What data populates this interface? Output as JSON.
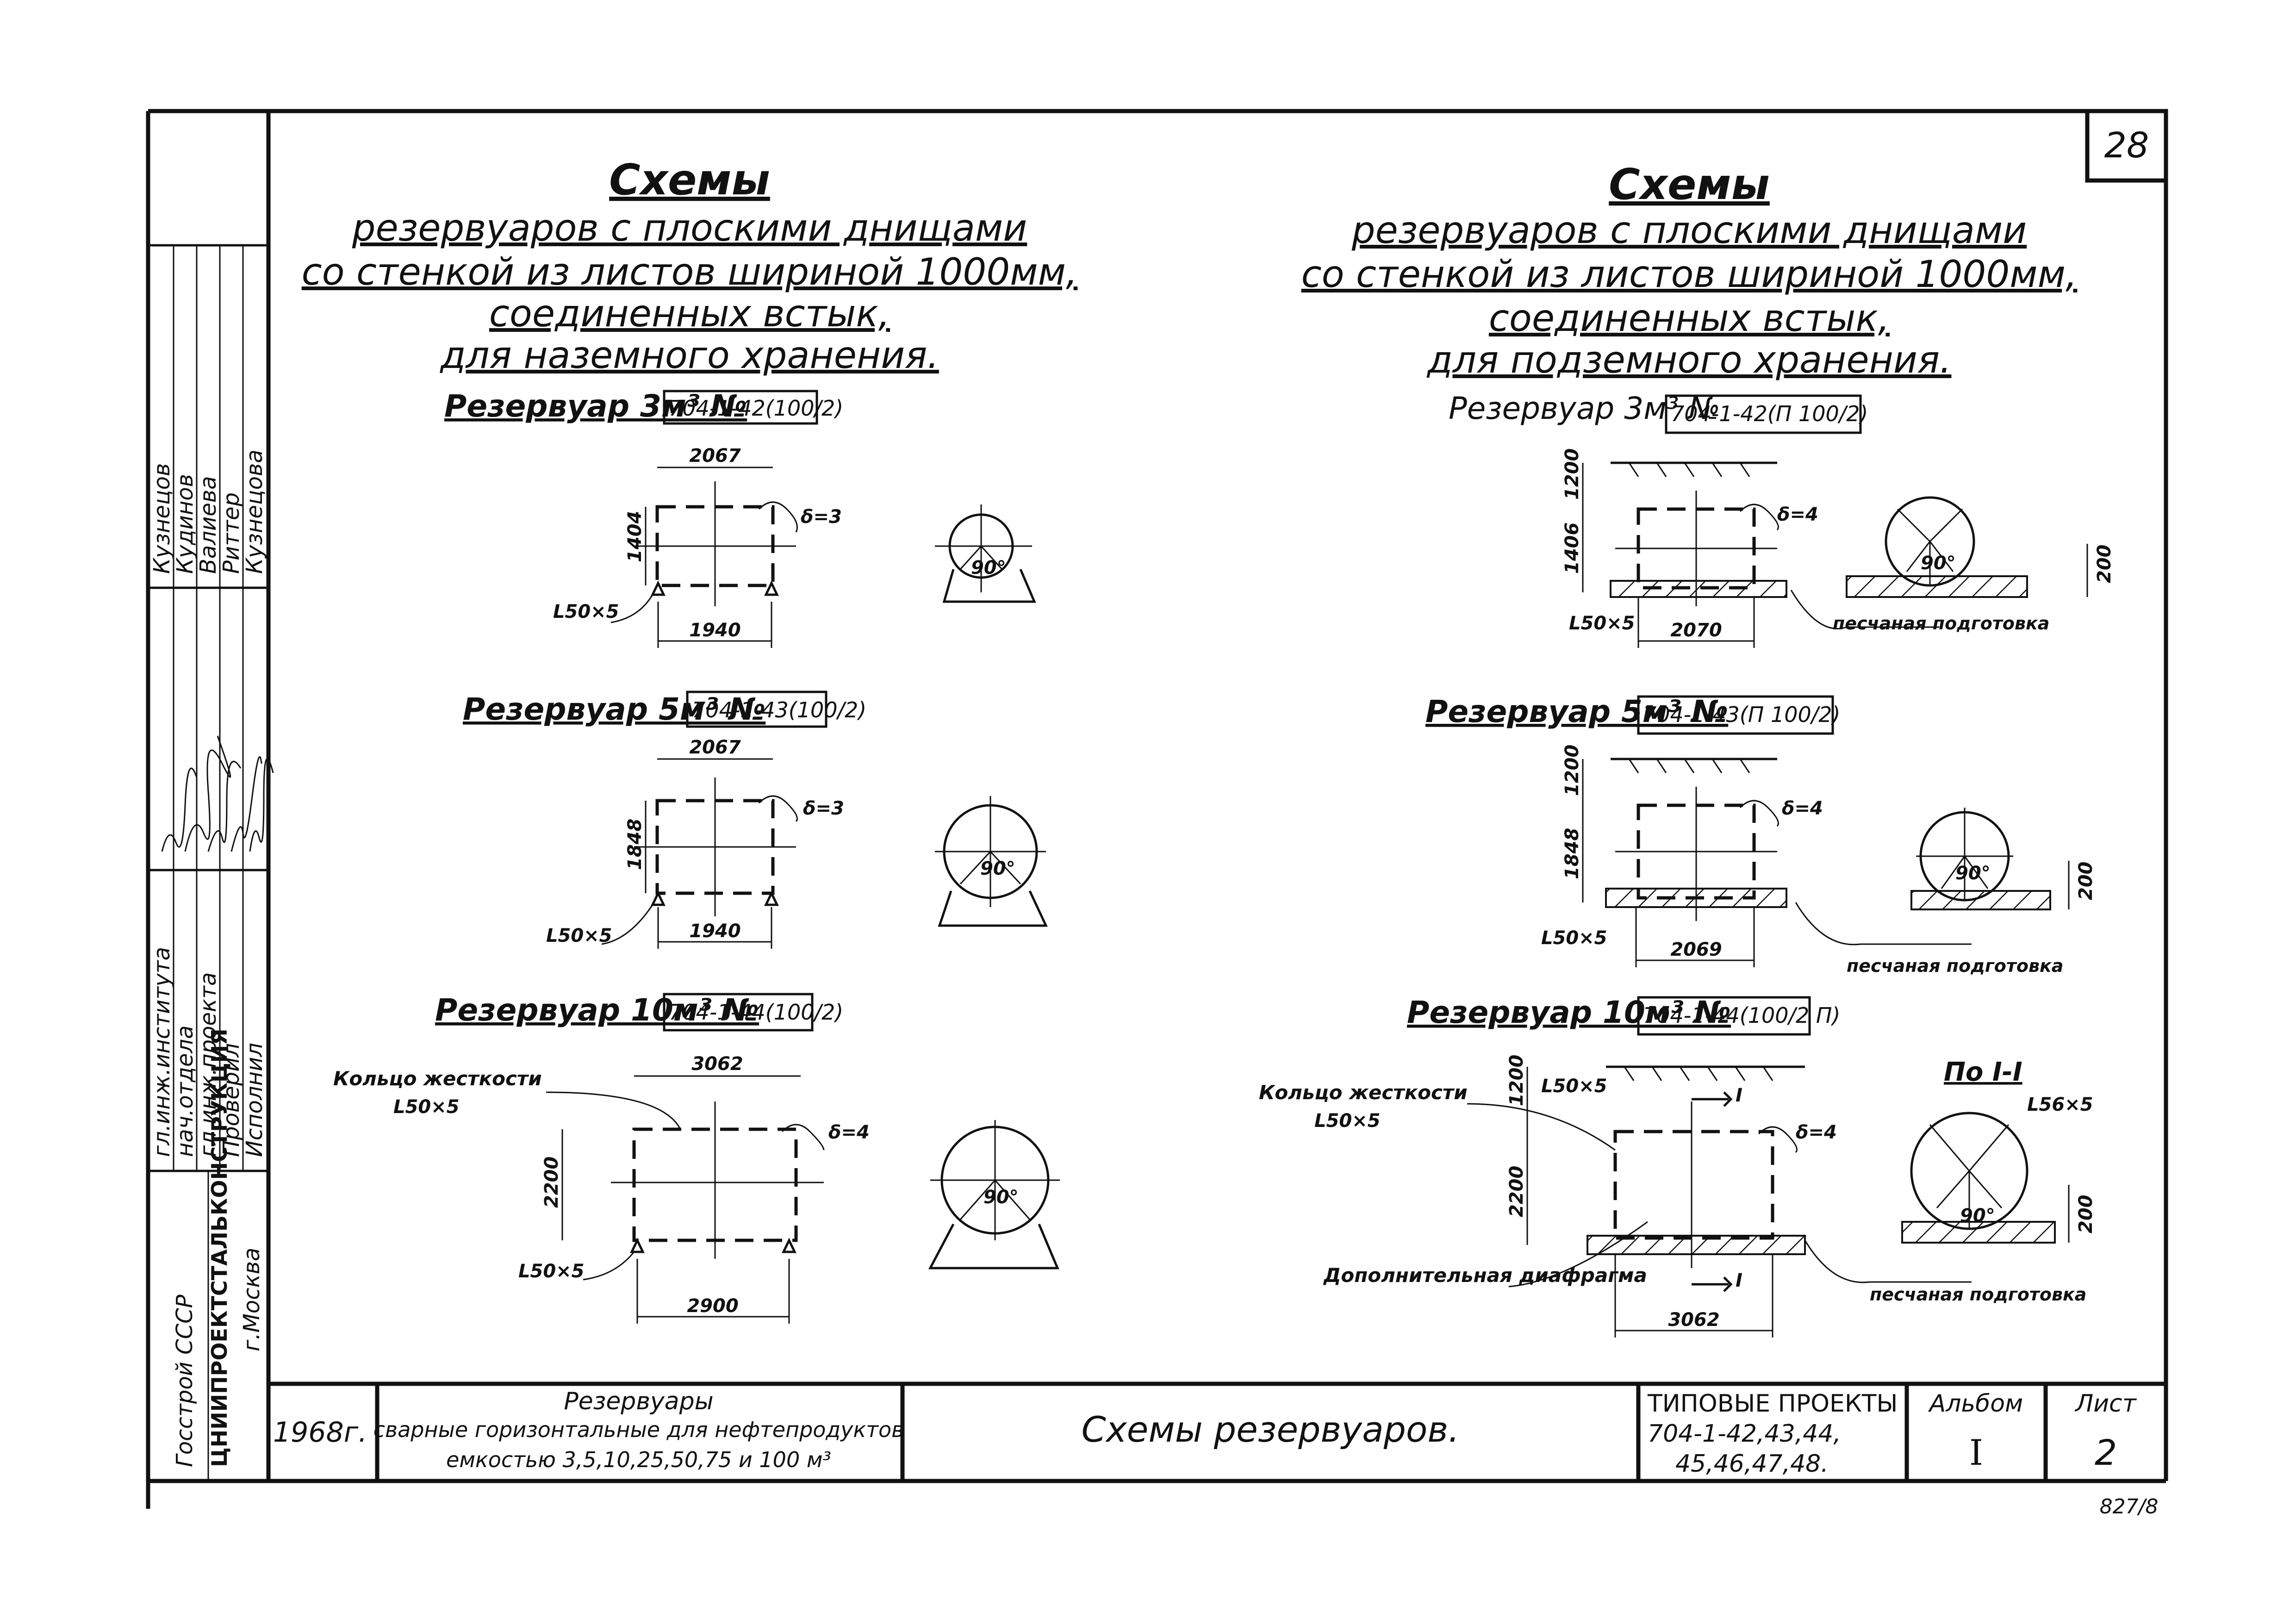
{
  "sheet_number": "28",
  "left_title": {
    "lines": [
      "Схемы",
      "резервуаров с плоскими днищами",
      "со стенкой из листов шириной 1000мм,",
      "соединенных встык,",
      "для наземного хранения."
    ]
  },
  "right_title": {
    "lines": [
      "Схемы",
      "резервуаров с плоскими днищами",
      "со стенкой из листов шириной 1000мм,",
      "соединенных встык,",
      "для подземного хранения."
    ]
  },
  "left_tanks": [
    {
      "label": "Резервуар 3м³ №",
      "code": "704-1-42(100/2)",
      "dim_top": "2067",
      "dim_side": "1404",
      "dim_bottom": "1940",
      "delta": "δ=3",
      "angle": "L50×5",
      "deg": "90°"
    },
    {
      "label": "Резервуар 5м³ №",
      "code": "704-1-43(100/2)",
      "dim_top": "2067",
      "dim_side": "1848",
      "dim_bottom": "1940",
      "delta": "δ=3",
      "angle": "L50×5",
      "deg": "90°"
    },
    {
      "label": "Резервуар 10м³ №",
      "code": "704-1-44(100/2)",
      "dim_top": "3062",
      "dim_side": "2200",
      "dim_bottom": "2900",
      "delta": "δ=4",
      "angle": "L50×5",
      "deg": "90°",
      "ring": "Кольцо жесткости",
      "ring_angle": "L50×5"
    }
  ],
  "right_tanks": [
    {
      "label": "Резервуар 3м³ №",
      "code": "704-1-42(П 100/2)",
      "dim_cover": "1200",
      "dim_side": "1406",
      "dim_bottom": "2070",
      "delta": "δ=4",
      "angle": "L50×5",
      "deg": "90°",
      "dim_bed": "200",
      "sand": "песчаная подготовка"
    },
    {
      "label": "Резервуар 5м³ №",
      "code": "704-1-43(П 100/2)",
      "dim_cover": "1200",
      "dim_side": "1848",
      "dim_bottom": "2069",
      "delta": "δ=4",
      "angle": "L50×5",
      "deg": "90°",
      "dim_bed": "200",
      "sand": "песчаная подготовка"
    },
    {
      "label": "Резервуар 10м³ №",
      "code": "704-1-44(100/2 П)",
      "dim_cover": "1200",
      "dim_side": "2200",
      "dim_bottom": "3062",
      "delta": "δ=4",
      "angle": "L50×5",
      "deg": "90°",
      "dim_bed": "200",
      "sand": "песчаная подготовка",
      "ring": "Кольцо жесткости",
      "ring_angle": "L50×5",
      "diaphragm": "Дополнительная диафрагма",
      "section": "По I-I",
      "section_angle": "L56×5",
      "cut": "I"
    }
  ],
  "side_stamp": {
    "org": "Госстрой СССР",
    "institute": "ЦНИИПРОЕКТСТАЛЬКОНСТРУКЦИЯ",
    "city": "г.Москва",
    "roles": [
      "гл.инж.института",
      "нач.отдела",
      "гл.инж.проекта",
      "Проверил",
      "Исполнил"
    ],
    "names": [
      "Кузнецов",
      "Кудинов",
      "Валиева",
      "Риттер",
      "Кузнецова"
    ]
  },
  "title_block": {
    "year": "1968г.",
    "desc_lines": [
      "Резервуары",
      "сварные горизонтальные для нефтепродуктов",
      "емкостью 3,5,10,25,50,75 и 100 м³"
    ],
    "drawing_title": "Схемы резервуаров.",
    "project_lines": [
      "ТИПОВЫЕ ПРОЕКТЫ",
      "704-1-42,43,44,",
      "45,46,47,48."
    ],
    "album_label": "Альбом",
    "album_value": "I",
    "sheet_label": "Лист",
    "sheet_value": "2"
  },
  "footer_number": "827/8"
}
